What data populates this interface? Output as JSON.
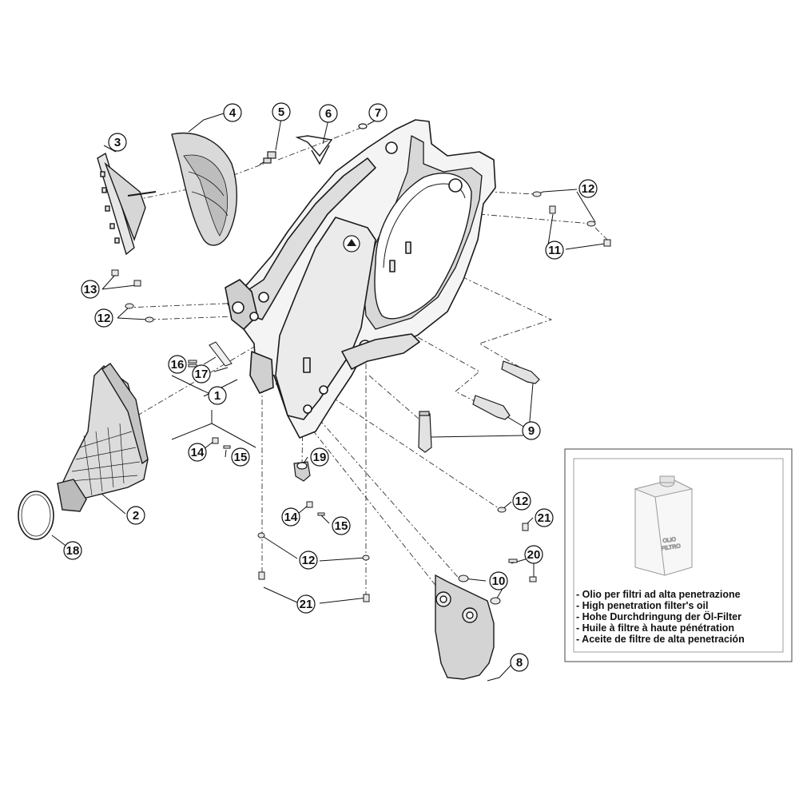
{
  "callouts": [
    {
      "id": "c1",
      "label": "1"
    },
    {
      "id": "c2",
      "label": "2"
    },
    {
      "id": "c3",
      "label": "3"
    },
    {
      "id": "c4",
      "label": "4"
    },
    {
      "id": "c5",
      "label": "5"
    },
    {
      "id": "c6",
      "label": "6"
    },
    {
      "id": "c7",
      "label": "7"
    },
    {
      "id": "c8",
      "label": "8"
    },
    {
      "id": "c9",
      "label": "9"
    },
    {
      "id": "c10",
      "label": "10"
    },
    {
      "id": "c11",
      "label": "11"
    },
    {
      "id": "c12a",
      "label": "12"
    },
    {
      "id": "c12b",
      "label": "12"
    },
    {
      "id": "c12c",
      "label": "12"
    },
    {
      "id": "c12d",
      "label": "12"
    },
    {
      "id": "c13",
      "label": "13"
    },
    {
      "id": "c14a",
      "label": "14"
    },
    {
      "id": "c14b",
      "label": "14"
    },
    {
      "id": "c15a",
      "label": "15"
    },
    {
      "id": "c15b",
      "label": "15"
    },
    {
      "id": "c16",
      "label": "16"
    },
    {
      "id": "c17",
      "label": "17"
    },
    {
      "id": "c18",
      "label": "18"
    },
    {
      "id": "c19",
      "label": "19"
    },
    {
      "id": "c20",
      "label": "20"
    },
    {
      "id": "c21a",
      "label": "21"
    },
    {
      "id": "c21b",
      "label": "21"
    }
  ],
  "inset": {
    "can_label": "OLIO FILTRO",
    "can_line1": "OLIO",
    "can_line2": "FILTRO",
    "lines": [
      "- Olio per filtri ad alta penetrazione",
      "- High penetration filter's oil",
      "- Hohe Durchdringung der Öl-Filter",
      "- Huile à filtre à haute pénétration",
      "- Aceite de filtre de alta penetración"
    ]
  }
}
